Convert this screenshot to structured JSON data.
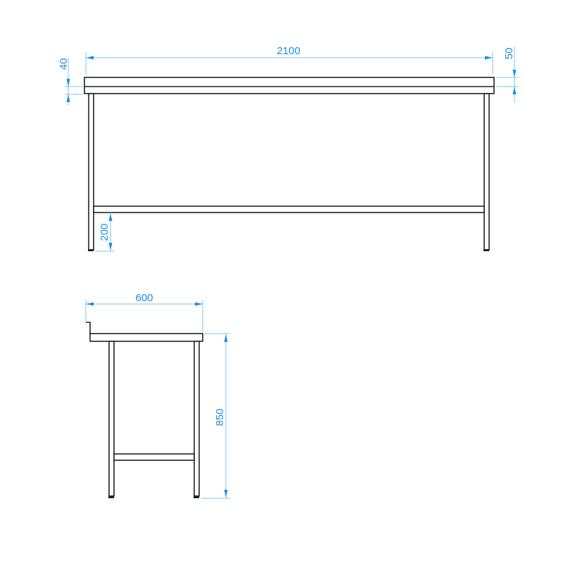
{
  "front_view": {
    "length_label": "2100",
    "top_thickness_label": "40",
    "upstand_label": "50",
    "shelf_height_label": "200"
  },
  "side_view": {
    "depth_label": "600",
    "height_label": "850"
  },
  "colors": {
    "line": "#222222",
    "dimension": "#1a8fe8",
    "extension": "#7cc4f5"
  }
}
